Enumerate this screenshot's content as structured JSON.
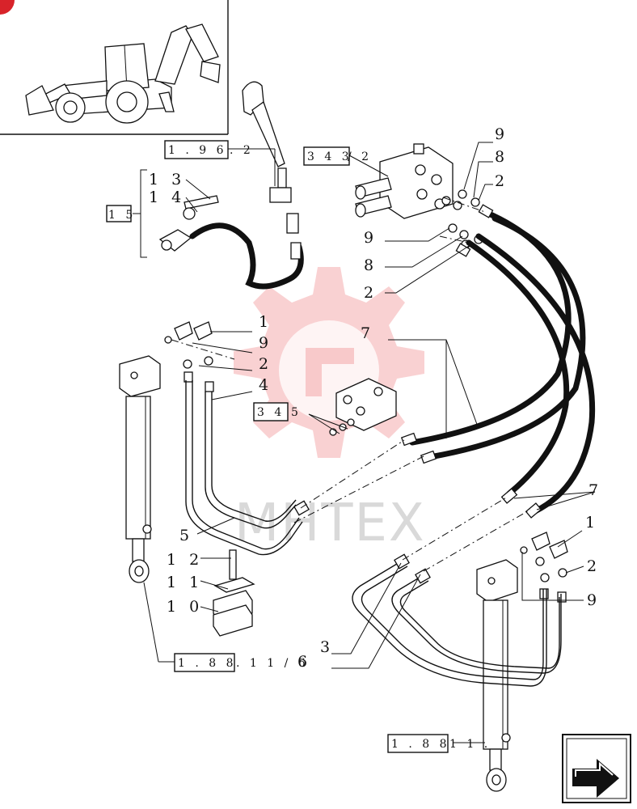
{
  "watermark": {
    "text": "MHTEX",
    "color": "#e9585c"
  },
  "labels": {
    "item1_a": "1",
    "item9_a": "9",
    "item2_a": "2",
    "item4": "4",
    "item5": "5",
    "item12": "1 2",
    "item11": "1 1",
    "item10": "1 0",
    "item3": "3",
    "item6": "6",
    "item7_a": "7",
    "item7_b": "7",
    "item1_b": "1",
    "item2_b": "2",
    "item9_b": "9",
    "item13": "1 3",
    "item14": "1 4",
    "item15": "1 5",
    "item9_top": "9",
    "item8_top": "8",
    "item2_top": "2",
    "item9_mid": "9",
    "item8_mid": "8",
    "item2_mid": "2"
  },
  "references": {
    "ref_196": {
      "box": "1 . 9 6",
      "suffix": ". 2"
    },
    "ref_343": {
      "box": "3 4 3",
      "suffix": "/ 2"
    },
    "ref_345": {
      "box": "3 4",
      "suffix": "5"
    },
    "ref_188_upper": {
      "box": "1 . 8 8",
      "suffix": ". 1 1 / 6"
    },
    "ref_188_lower": {
      "box": "1 . 8 8",
      "suffix": "1 1 ."
    }
  },
  "icons": {
    "thumbnail": "backhoe-loader-icon",
    "next_page": "next-page-arrow-icon"
  }
}
